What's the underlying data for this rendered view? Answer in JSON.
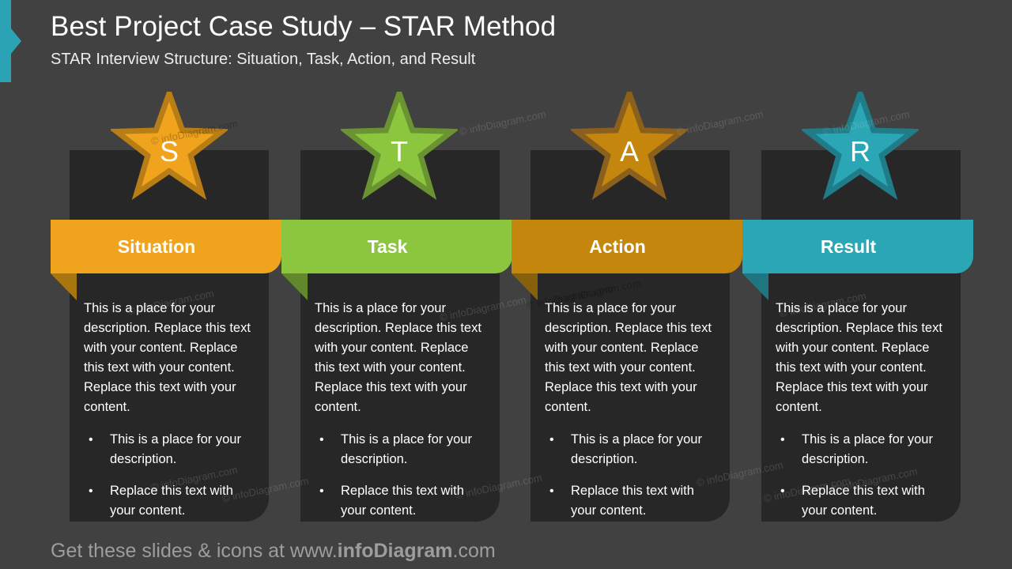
{
  "slide": {
    "background_color": "#414141",
    "accent_color": "#2ba3b5",
    "title": "Best Project Case Study – STAR Method",
    "subtitle": "STAR Interview Structure: Situation, Task, Action, and Result"
  },
  "watermark": {
    "text": "© infoDiagram.com"
  },
  "footer": {
    "prefix": "Get these slides & icons at www.",
    "brand": "infoDiagram",
    "suffix": ".com"
  },
  "cards": [
    {
      "letter": "S",
      "label": "Situation",
      "color": "#f0a41e",
      "outline_color": "#b87d14",
      "fold_color": "#a8760f",
      "card_color": "#272727",
      "paragraph": "This is a place for your description. Replace this text with your content. Replace this text with your content. Replace this text with your content.",
      "bullets": [
        "This is a place for your description.",
        "Replace this text with your content."
      ]
    },
    {
      "letter": "T",
      "label": "Task",
      "color": "#8cc63e",
      "outline_color": "#6a9431",
      "fold_color": "#61882c",
      "card_color": "#272727",
      "paragraph": "This is a place for your description. Replace this text with your content. Replace this text with your content. Replace this text with your content.",
      "bullets": [
        "This is a place for your description.",
        "Replace this text with your content."
      ]
    },
    {
      "letter": "A",
      "label": "Action",
      "color": "#c5860d",
      "outline_color": "#8a601c",
      "fold_color": "#86600a",
      "card_color": "#272727",
      "paragraph": "This is a place for your description. Replace this text with your content. Replace this text with your content. Replace this text with your content.",
      "bullets": [
        "This is a place for your description.",
        "Replace this text with your content."
      ]
    },
    {
      "letter": "R",
      "label": "Result",
      "color": "#2ba6b5",
      "outline_color": "#1f7c88",
      "fold_color": "#1d7682",
      "card_color": "#272727",
      "paragraph": "This is a place for your description. Replace this text with your content. Replace this text with your content. Replace this text with your content.",
      "bullets": [
        "This is a place for your description.",
        "Replace this text with your content."
      ]
    }
  ]
}
